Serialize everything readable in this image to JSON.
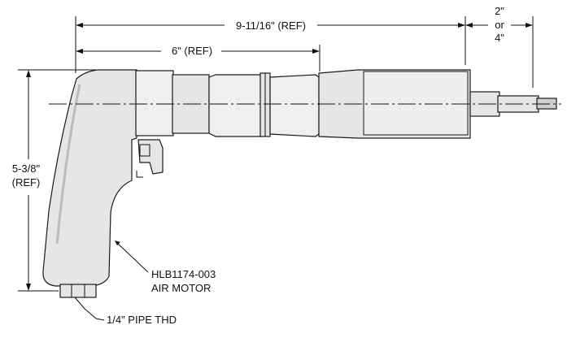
{
  "labels": {
    "overall_length": "9-11/16\" (REF)",
    "motor_length": "6\" (REF)",
    "stroke_line1": "2\"",
    "stroke_line2": "or",
    "stroke_line3": "4\"",
    "height_line1": "5-3/8\"",
    "height_line2": "(REF)",
    "motor_line1": "HLB1174-003",
    "motor_line2": "AIR MOTOR",
    "inlet": "1/4\" PIPE THD"
  },
  "colors": {
    "line": "#111111",
    "tool_fill": "#e6e6e6",
    "tool_fill_light": "#efefef"
  }
}
